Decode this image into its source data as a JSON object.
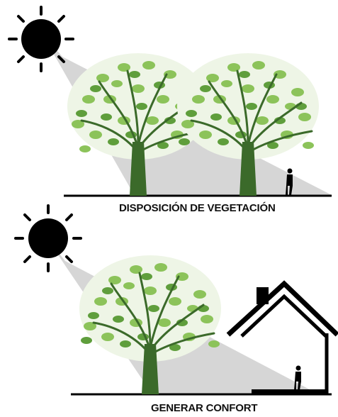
{
  "panels": [
    {
      "id": "top",
      "caption": "DISPOSICIÓN DE VEGETACIÓN",
      "elements": [
        "sun-icon",
        "tree",
        "tree",
        "person-icon"
      ]
    },
    {
      "id": "bottom",
      "caption": "GENERAR CONFORT",
      "elements": [
        "sun-icon",
        "tree",
        "house-icon",
        "person-icon"
      ]
    }
  ],
  "colors": {
    "shade": "#d6d6d6",
    "leaf_light": "#8cc35a",
    "leaf_dark": "#5f9e3c",
    "trunk": "#3b6a2a",
    "ink": "#000000"
  }
}
